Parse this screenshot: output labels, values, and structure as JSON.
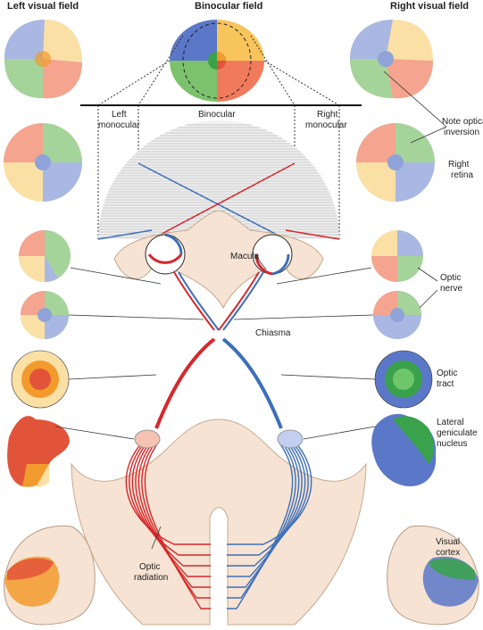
{
  "headers": {
    "left": "Left visual field",
    "center": "Binocular field",
    "right": "Right visual field"
  },
  "field_labels": {
    "left_monocular": [
      "Left",
      "monocular"
    ],
    "binocular": "Binocular",
    "right_monocular": [
      "Right",
      "monocular"
    ]
  },
  "labels": {
    "note_optical_inversion": [
      "Note optical",
      "inversion"
    ],
    "right_retina": [
      "Right",
      "retina"
    ],
    "macula": "Macula",
    "optic_nerve": [
      "Optic",
      "nerve"
    ],
    "chiasma": "Chiasma",
    "optic_tract": [
      "Optic",
      "tract"
    ],
    "lateral_geniculate_nucleus": [
      "Lateral",
      "geniculate",
      "nucleus"
    ],
    "optic_radiation": [
      "Optic",
      "radiation"
    ],
    "visual_cortex": [
      "Visual",
      "cortex"
    ]
  },
  "colors": {
    "blue": "#a9b8e3",
    "yellow": "#fbe0a6",
    "green": "#a5d49a",
    "red": "#f4a48f",
    "dark_blue": "#5b77c8",
    "dark_green": "#3aa24a",
    "dark_red": "#e2543a",
    "orange": "#f39a2c",
    "tract_red": "#d6282b",
    "tract_blue": "#3d6fb8",
    "skin": "#f6e3d3",
    "line": "#333333"
  }
}
